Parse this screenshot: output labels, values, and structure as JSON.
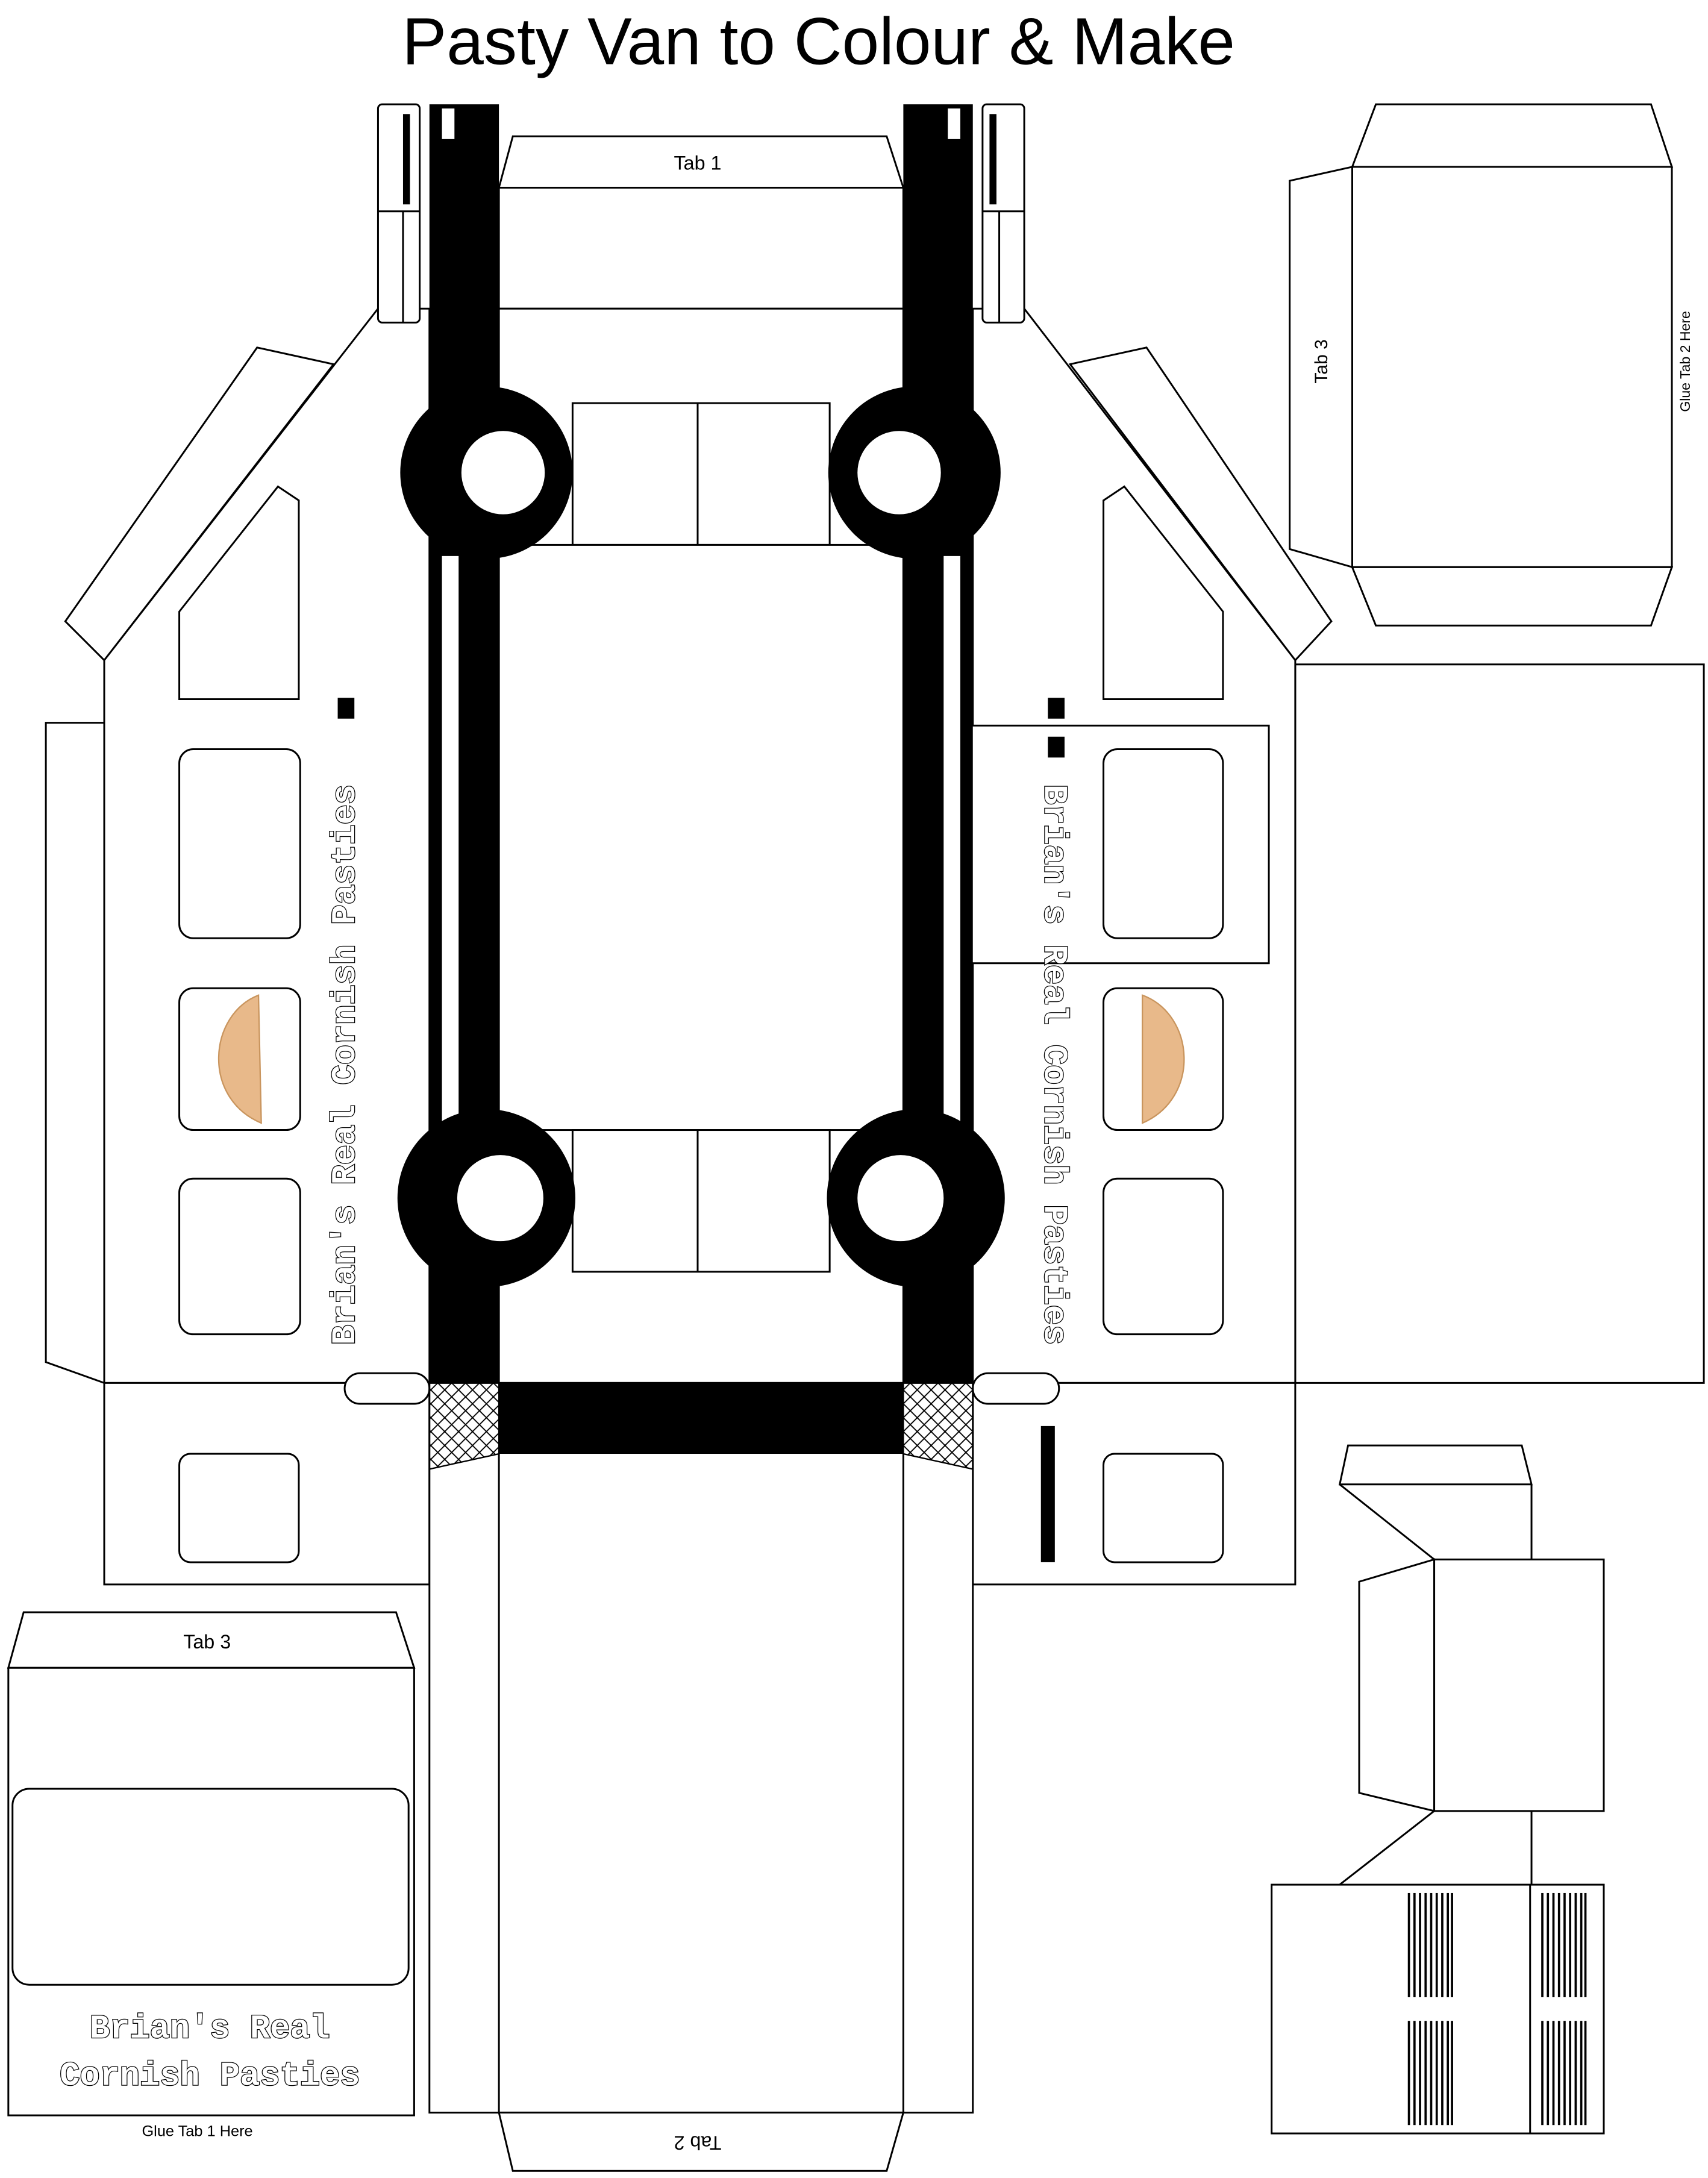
{
  "title": "Pasty Van to Colour & Make",
  "tabs": {
    "tab1": "Tab 1",
    "tab2": "Tab 2",
    "tab3_top_right": "Tab 3",
    "tab3_bottom_left": "Tab 3",
    "glue_tab2": "Glue Tab 2 Here",
    "glue_tab1": "Glue Tab 1 Here"
  },
  "branding": {
    "side_text": "Brian's Real Cornish Pasties",
    "back_line1": "Brian's Real",
    "back_line2": "Cornish Pasties"
  },
  "colors": {
    "ink": "#000000",
    "pasty": "#e8b98a"
  }
}
